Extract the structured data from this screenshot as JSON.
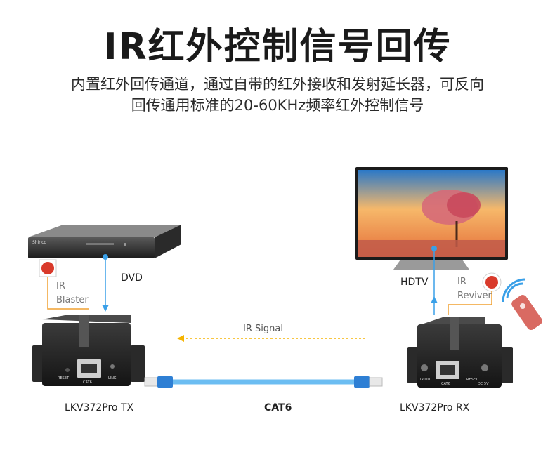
{
  "title": "IR红外控制信号回传",
  "subtitle_line1": "内置红外回传通道，通过自带的红外接收和发射延长器，可反向",
  "subtitle_line2": "回传通用标准的20-60KHz频率红外控制信号",
  "labels": {
    "dvd": "DVD",
    "hdtv": "HDTV",
    "ir_blaster_line1": "IR",
    "ir_blaster_line2": "Blaster",
    "ir_reviver_line1": "IR",
    "ir_reviver_line2": "Reviver",
    "ir_signal": "IR Signal",
    "cat6": "CAT6",
    "tx_name": "LKV372Pro TX",
    "rx_name": "LKV372Pro RX"
  },
  "device_text": {
    "dvd_brand": "Shinco",
    "tx_reset": "RESET",
    "tx_port": "CAT6",
    "tx_link": "LINK",
    "rx_irout": "IR OUT",
    "rx_port": "CAT6",
    "rx_reset": "RESET",
    "rx_dc": "DC 5V"
  },
  "colors": {
    "accent_orange": "#f0a030",
    "cable_blue": "#3aa0e8",
    "signal_yellow": "#f5b400",
    "receiver_red": "#d93a2b"
  }
}
